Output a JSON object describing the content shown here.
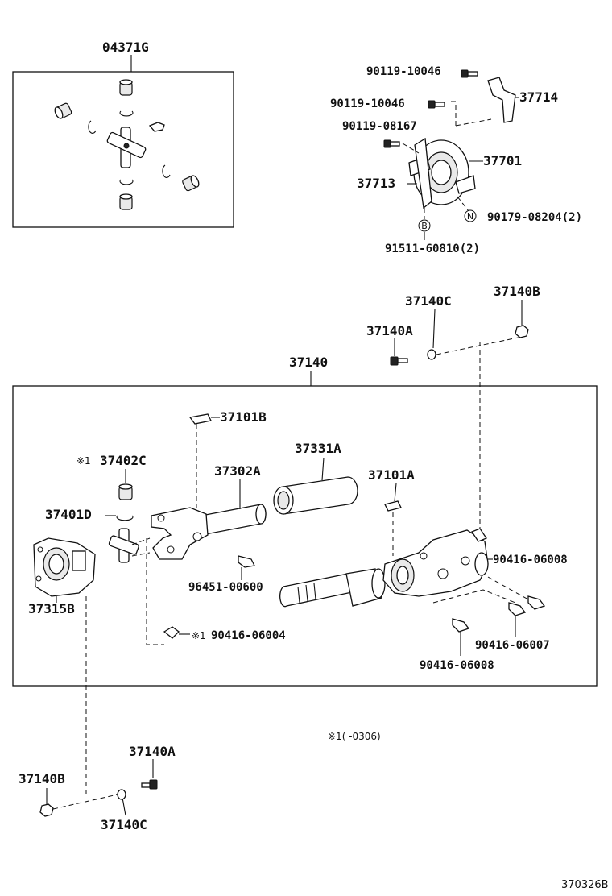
{
  "labels": {
    "kit_04371G": "04371G",
    "p90119_10046_a": "90119-10046",
    "p37714": "37714",
    "p90119_10046_b": "90119-10046",
    "p90119_08167": "90119-08167",
    "p37701": "37701",
    "p37713": "37713",
    "p90179_08204": "90179-08204(2)",
    "p91511_60810": "91511-60810(2)",
    "p37140C_top": "37140C",
    "p37140B_top": "37140B",
    "p37140A_top": "37140A",
    "p37140": "37140",
    "p37101B": "37101B",
    "p37402C": "37402C",
    "p37331A": "37331A",
    "p37302A": "37302A",
    "p37101A": "37101A",
    "p37401D": "37401D",
    "p90416_06008_r": "90416-06008",
    "p96451_00600": "96451-00600",
    "p37315B": "37315B",
    "p90416_06004": "90416-06004",
    "p90416_06007": "90416-06007",
    "p90416_06008_b": "90416-06008",
    "p37140A_bot": "37140A",
    "p37140B_bot": "37140B",
    "p37140C_bot": "37140C"
  },
  "markers": {
    "note_mark": "※1",
    "circle_N": "N",
    "circle_B": "B"
  },
  "footnote": "※1(  -0306)",
  "diagram_code": "370326B"
}
